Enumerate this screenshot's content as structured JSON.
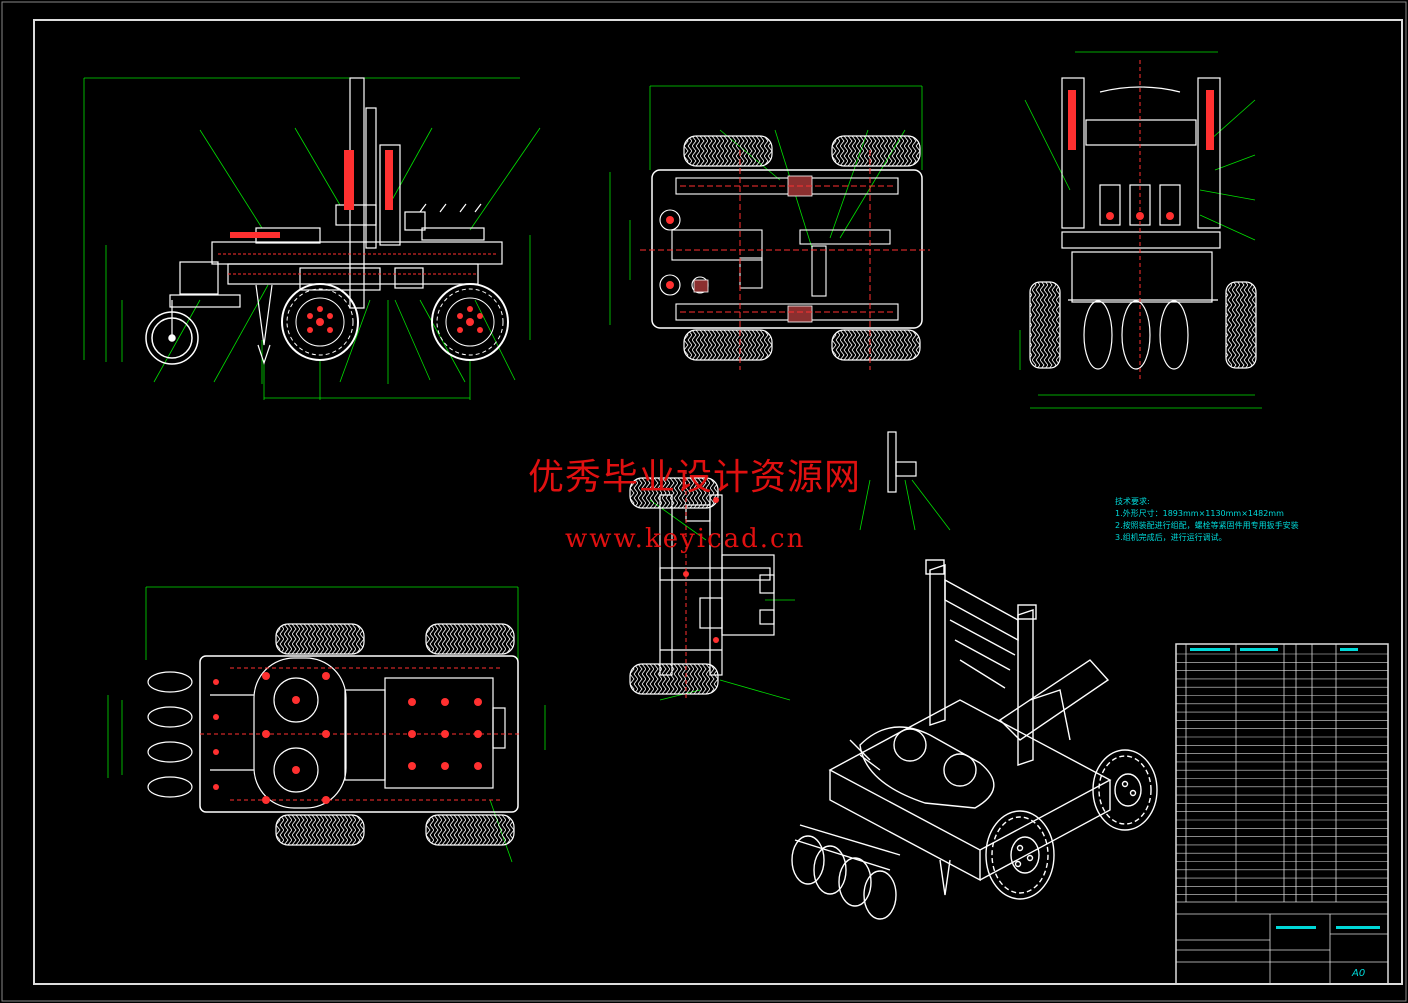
{
  "watermark": {
    "title_cn": "优秀毕业设计资源网",
    "url": "www.keyicad.cn"
  },
  "tech_requirements": {
    "heading": "技术要求:",
    "items": [
      "1.外形尺寸：1893mm×1130mm×1482mm",
      "2.按照装配进行组配，螺栓等紧固件用专用扳手安装",
      "3.组机完成后，进行运行调试。"
    ]
  },
  "title_block": {
    "sheet_size": "A0"
  },
  "colors": {
    "background": "#000000",
    "line": "#ffffff",
    "dimension": "#00e000",
    "frame": "#dddddd",
    "watermark": "#e01010",
    "text": "#00d8d8",
    "red_mark": "#ff3030"
  }
}
